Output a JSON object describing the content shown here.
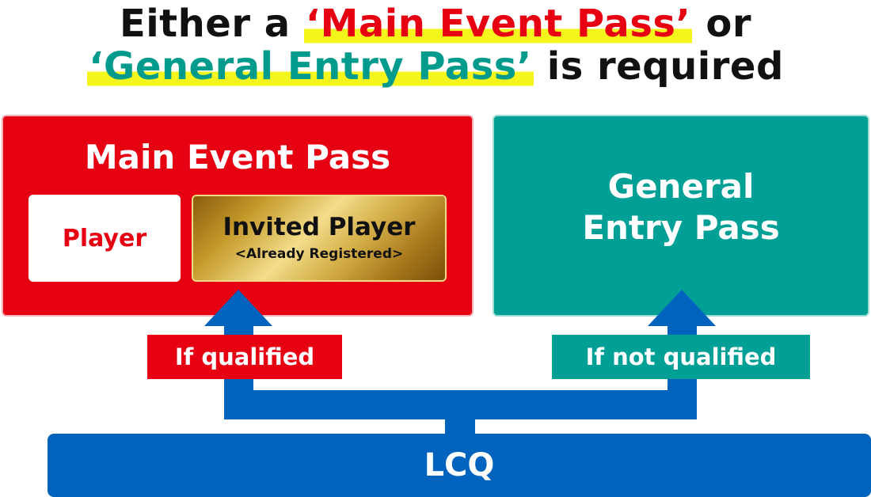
{
  "header": {
    "line1_prefix": "Either a ",
    "line1_highlight": "‘Main Event Pass’",
    "line1_suffix": " or",
    "line2_highlight": "‘General Entry Pass’",
    "line2_suffix": " is required"
  },
  "main_event": {
    "title": "Main Event Pass",
    "player_label": "Player",
    "invited_label": "Invited Player",
    "invited_note": "<Already Registered>"
  },
  "general_entry": {
    "title": "General\nEntry Pass"
  },
  "paths": {
    "qualified_label": "If qualified",
    "not_qualified_label": "If not qualified"
  },
  "source": {
    "label": "LCQ"
  },
  "colors": {
    "red": "#e60012",
    "teal": "#00a096",
    "blue": "#0064bf",
    "highlight": "#f5f51e",
    "gold": "#d6b14b"
  }
}
